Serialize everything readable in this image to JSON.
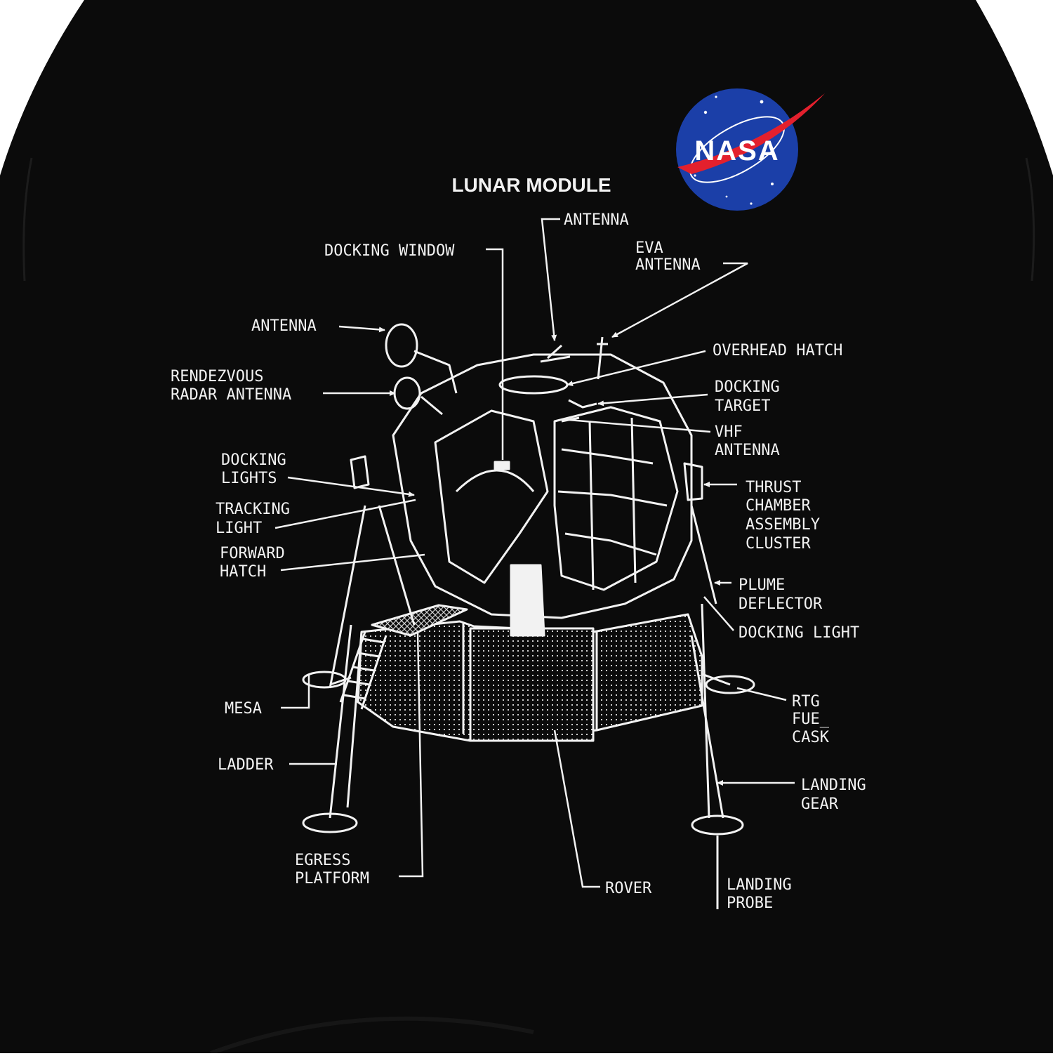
{
  "title": "LUNAR MODULE",
  "logo_text": "NASA",
  "colors": {
    "shirt": "#0b0b0b",
    "ink": "#f2f2f2",
    "logo_blue": "#1b3fa8",
    "logo_red": "#e3202d",
    "background": "#ffffff"
  },
  "labels": {
    "antenna_top": [
      "ANTENNA"
    ],
    "docking_window": [
      "DOCKING WINDOW"
    ],
    "eva_antenna": [
      "EVA",
      "ANTENNA"
    ],
    "antenna_left": [
      "ANTENNA"
    ],
    "overhead_hatch": [
      "OVERHEAD HATCH"
    ],
    "rendezvous_radar": [
      "RENDEZVOUS",
      "RADAR ANTENNA"
    ],
    "docking_target": [
      "DOCKING",
      "TARGET"
    ],
    "vhf_antenna": [
      "VHF",
      "ANTENNA"
    ],
    "docking_lights": [
      "DOCKING",
      "LIGHTS"
    ],
    "thrust_chamber": [
      "THRUST",
      "CHAMBER",
      "ASSEMBLY",
      "CLUSTER"
    ],
    "tracking_light": [
      "TRACKING",
      "LIGHT"
    ],
    "forward_hatch": [
      "FORWARD",
      "HATCH"
    ],
    "plume_deflector": [
      "PLUME",
      "DEFLECTOR"
    ],
    "docking_light": [
      "DOCKING LIGHT"
    ],
    "mesa": [
      "MESA"
    ],
    "rtg_fuel_cask": [
      "RTG",
      "FUE_",
      "CASK"
    ],
    "ladder": [
      "LADDER"
    ],
    "landing_gear": [
      "LANDING",
      "GEAR"
    ],
    "egress_platform": [
      "EGRESS",
      "PLATFORM"
    ],
    "rover": [
      "ROVER"
    ],
    "landing_probe": [
      "LANDING",
      "PROBE"
    ]
  }
}
